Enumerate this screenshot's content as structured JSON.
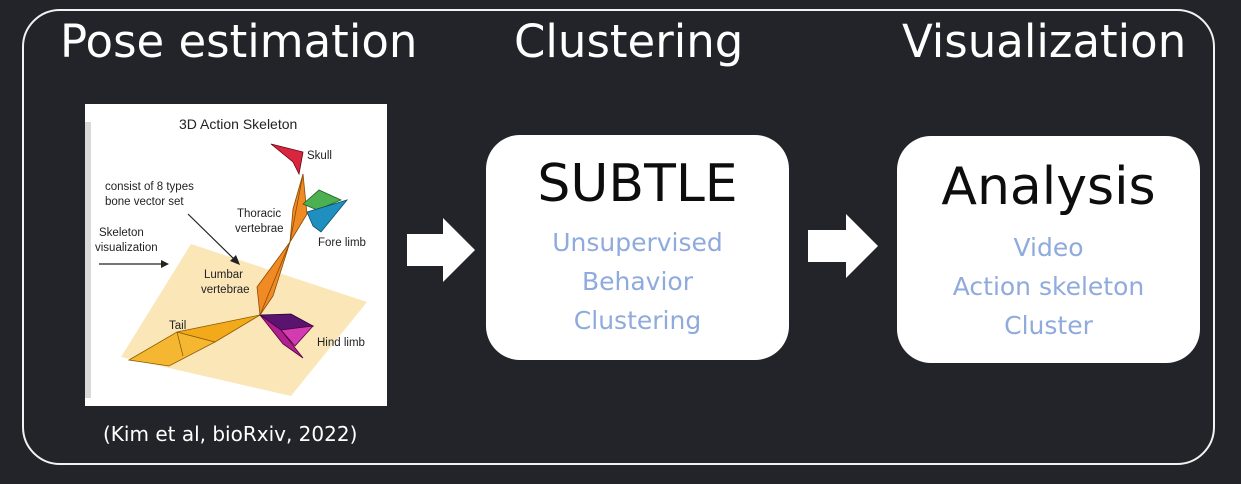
{
  "stages": {
    "pose": "Pose estimation",
    "clustering": "Clustering",
    "visualization": "Visualization"
  },
  "figure": {
    "title": "3D Action Skeleton",
    "bone_note_1": "consist of 8 types",
    "bone_note_2": "bone vector set",
    "skeleton_vis_1": "Skeleton",
    "skeleton_vis_2": "visualization",
    "skull": "Skull",
    "thoracic_1": "Thoracic",
    "thoracic_2": "vertebrae",
    "fore_limb": "Fore limb",
    "lumbar_1": "Lumbar",
    "lumbar_2": "vertebrae",
    "tail": "Tail",
    "hind_limb": "Hind limb"
  },
  "citation": "(Kim et al, bioRxiv, 2022)",
  "subtle_card": {
    "title": "SUBTLE",
    "lines": [
      "Unsupervised",
      "Behavior",
      "Clustering"
    ]
  },
  "analysis_card": {
    "title": "Analysis",
    "lines": [
      "Video",
      "Action skeleton",
      "Cluster"
    ]
  },
  "colors": {
    "background": "#222429",
    "accent_text": "#8faadc",
    "skull": "#d7263d",
    "thoracic": "#f08a24",
    "fore_limb": "#1f8fbf",
    "fore_limb_2": "#4caf50",
    "tail": "#f5b731",
    "hind_limb": "#b0208f",
    "plane": "#fbe3b0"
  }
}
